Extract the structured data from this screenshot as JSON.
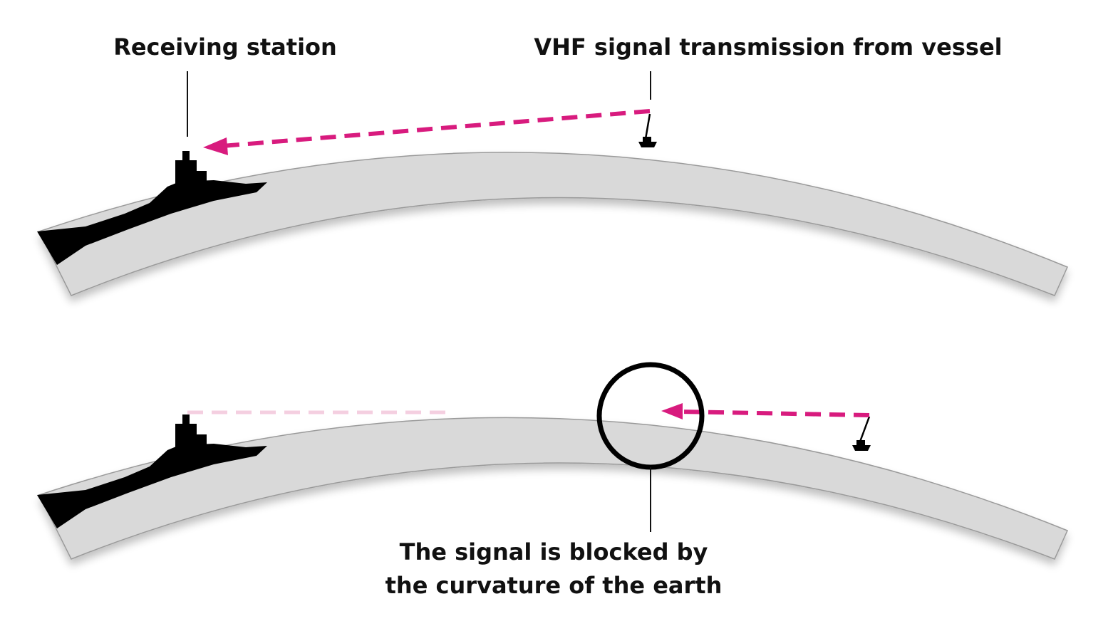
{
  "labels": {
    "receiving_station": "Receiving station",
    "vhf_transmission": "VHF signal transmission from vessel",
    "blocked_line1": "The signal is blocked by",
    "blocked_line2": "the curvature of the earth"
  },
  "colors": {
    "signal": "#d81b7e",
    "signal_faded": "#f4cfe0",
    "earth": "#d9d9d9",
    "earth_edge": "#9a9a9a",
    "land": "#000000",
    "text": "#111111"
  },
  "icons": [
    "receiving-station-icon",
    "vessel-icon",
    "signal-arrow",
    "blocked-circle"
  ]
}
